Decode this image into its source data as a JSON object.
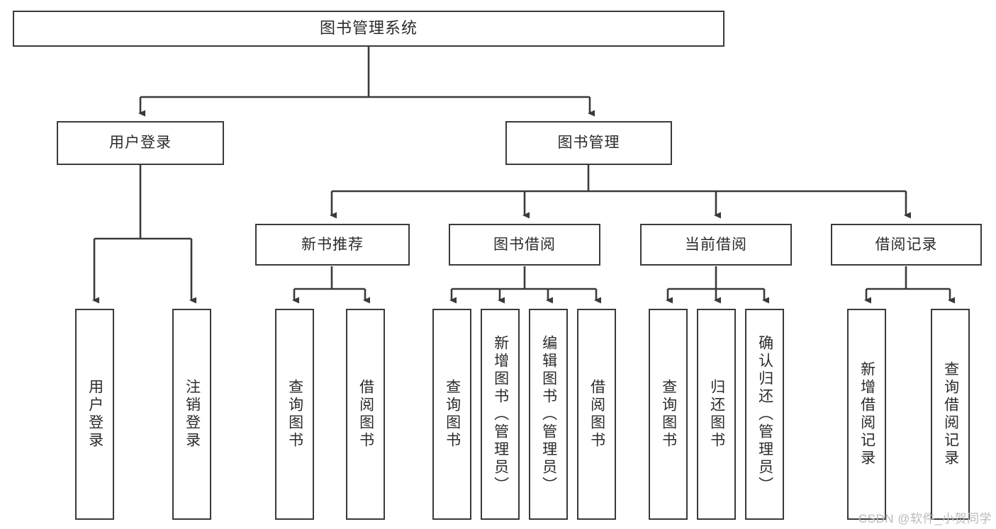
{
  "diagram": {
    "title": "图书管理系统",
    "type": "tree-hierarchy-chart",
    "watermark": "CSDN @软件_小贺同学",
    "colors": {
      "box_border": "#3a3a3a",
      "box_fill": "#ffffff",
      "text": "#2b2b2b",
      "connector": "#3a3a3a",
      "watermark": "#b9b9b9",
      "background": "#ffffff"
    },
    "nodes": {
      "root": {
        "label": "图书管理系统"
      },
      "level1": [
        {
          "id": "user-login",
          "label": "用户登录"
        },
        {
          "id": "book-management",
          "label": "图书管理"
        }
      ],
      "level2": [
        {
          "id": "new-book-recommend",
          "label": "新书推荐"
        },
        {
          "id": "book-borrow",
          "label": "图书借阅"
        },
        {
          "id": "current-borrow",
          "label": "当前借阅"
        },
        {
          "id": "borrow-record",
          "label": "借阅记录"
        }
      ],
      "leaves": {
        "user_login": [
          {
            "id": "leaf-user-login",
            "label": "用户登录"
          },
          {
            "id": "leaf-logout-login",
            "label": "注销登录"
          }
        ],
        "new_book_recommend": [
          {
            "id": "leaf-query-book-1",
            "label": "查询图书"
          },
          {
            "id": "leaf-borrow-book-1",
            "label": "借阅图书"
          }
        ],
        "book_borrow": [
          {
            "id": "leaf-query-book-2",
            "label": "查询图书"
          },
          {
            "id": "leaf-add-book",
            "label": "新增图书（管理员）"
          },
          {
            "id": "leaf-edit-book",
            "label": "编辑图书（管理员）"
          },
          {
            "id": "leaf-borrow-book-2",
            "label": "借阅图书"
          }
        ],
        "current_borrow": [
          {
            "id": "leaf-query-book-3",
            "label": "查询图书"
          },
          {
            "id": "leaf-return-book",
            "label": "归还图书"
          },
          {
            "id": "leaf-confirm-return",
            "label": "确认归还（管理员）"
          }
        ],
        "borrow_record": [
          {
            "id": "leaf-add-record",
            "label": "新增借阅记录"
          },
          {
            "id": "leaf-query-record",
            "label": "查询借阅记录"
          }
        ]
      }
    }
  }
}
